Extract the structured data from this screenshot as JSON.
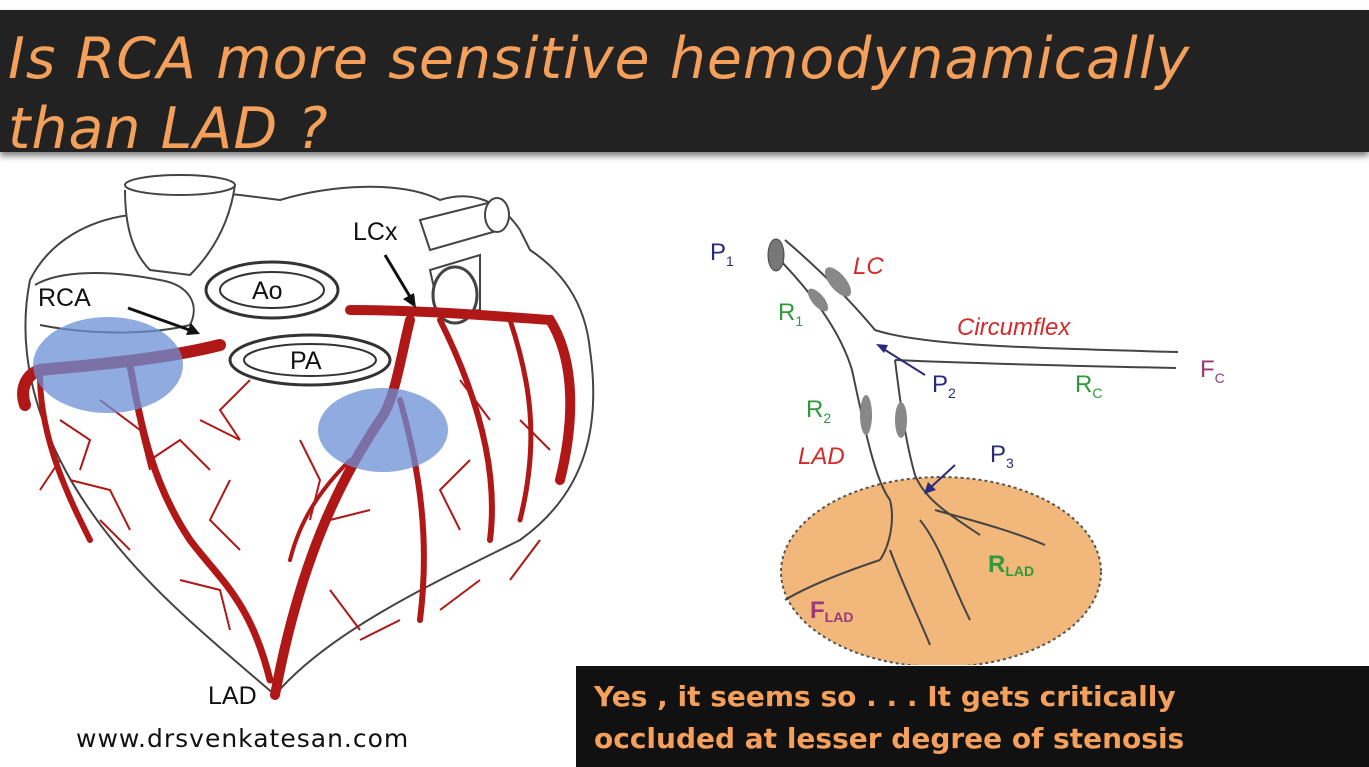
{
  "title": {
    "line1": "Is RCA more sensitive  hemodynamically",
    "line2": "than LAD  ?"
  },
  "heart_diagram": {
    "labels": {
      "rca": "RCA",
      "lcx": "LCx",
      "ao": "Ao",
      "pa": "PA",
      "lad": "LAD"
    }
  },
  "branch_diagram": {
    "labels": {
      "p1": "P",
      "p1_sub": "1",
      "lc": "LC",
      "r1": "R",
      "r1_sub": "1",
      "circumflex": "Circumflex",
      "p2": "P",
      "p2_sub": "2",
      "rc": "R",
      "rc_sub": "C",
      "fc": "F",
      "fc_sub": "C",
      "r2": "R",
      "r2_sub": "2",
      "lad": "LAD",
      "p3": "P",
      "p3_sub": "3",
      "rlad": "R",
      "rlad_sub": "LAD",
      "flad": "F",
      "flad_sub": "LAD"
    }
  },
  "website": "www.drsvenkatesan.com",
  "answer": {
    "line1": "Yes , it seems so  . . . It gets critically",
    "line2": "occluded at lesser degree of stenosis"
  },
  "colors": {
    "title_bg": "#222222",
    "title_text": "#f4a05a",
    "artery_red": "#b01818",
    "highlight_blue": "#6b8fd6",
    "perfusion_orange": "#f2b77a",
    "label_blue": "#2a2a7a",
    "label_red": "#d42a2a",
    "label_green": "#2e9a3a",
    "label_purple": "#9a3a7a"
  }
}
